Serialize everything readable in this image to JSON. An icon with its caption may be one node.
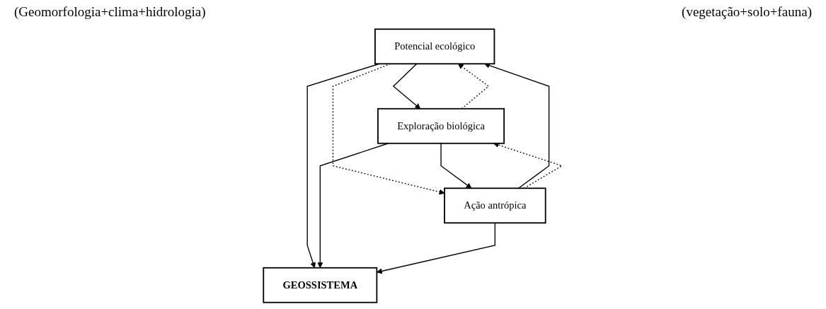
{
  "diagram": {
    "nodes": [
      {
        "text": [
          "Potencial ecológico"
        ]
      },
      {
        "text": [
          "Exploração biológica"
        ]
      },
      {
        "text": [
          "GEOSSISTEMA"
        ]
      },
      {
        "text": [
          "Ação antrópica"
        ]
      }
    ],
    "edges": [
      {
        "from": 0,
        "to": 1,
        "arrow": "to"
      },
      {
        "from": 1,
        "to": 0,
        "arrow": "to",
        "style": "dashed"
      },
      {
        "from": 0,
        "to": 2,
        "arrow": "to"
      },
      {
        "from": 1,
        "to": 2,
        "arrow": "to"
      },
      {
        "from": 3,
        "to": 0,
        "arrow": "to"
      },
      {
        "from": 0,
        "to": 3,
        "arrow": "to",
        "style": "dashed"
      },
      {
        "from": 3,
        "to": 1,
        "arrow": "to",
        "style": "dashed"
      },
      {
        "from": 1,
        "to": 3,
        "arrow": "to"
      },
      {
        "from": 3,
        "to": 2,
        "arrow": "to"
      }
    ],
    "labels": [
      "(Geomorfologia+clima+hidrologia)",
      "(vegetação+solo+fauna)"
    ]
  }
}
